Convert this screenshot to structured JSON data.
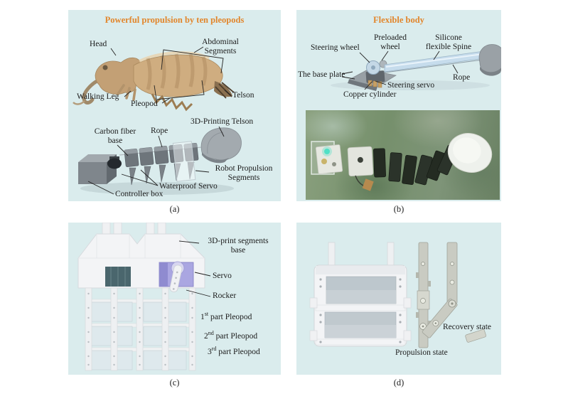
{
  "panels": {
    "a": {
      "title": "Powerful propulsion by ten pleopods",
      "caption": "(a)",
      "labels": {
        "head": "Head",
        "abdominal_1": "Abdominal",
        "abdominal_2": "Segments",
        "walking_leg": "Walking Leg",
        "pleopod": "Pleopod",
        "telson": "Telson",
        "carbon_fiber_1": "Carbon fiber",
        "carbon_fiber_2": "base",
        "rope": "Rope",
        "printing_telson": "3D-Printing Telson",
        "propulsion_1": "Robot Propulsion",
        "propulsion_2": "Segments",
        "waterproof_servo": "Waterproof Servo",
        "controller_box": "Controller box"
      }
    },
    "b": {
      "title": "Flexible body",
      "caption": "(b)",
      "labels": {
        "steering_wheel": "Steering wheel",
        "preloaded_1": "Preloaded",
        "preloaded_2": "wheel",
        "silicone_1": "Silicone",
        "silicone_2": "flexible Spine",
        "base_plate": "The base plate",
        "steering_servo": "Steering servo",
        "rope": "Rope",
        "copper_cylinder": "Copper cylinder"
      }
    },
    "c": {
      "caption": "(c)",
      "labels": {
        "segments_base_1": "3D-print segments",
        "segments_base_2": "base",
        "servo": "Servo",
        "rocker": "Rocker"
      },
      "pleopods": [
        {
          "num": "1",
          "sup": "st",
          "rest": " part Pleopod"
        },
        {
          "num": "2",
          "sup": "nd",
          "rest": " part Pleopod"
        },
        {
          "num": "3",
          "sup": "rd",
          "rest": " part Pleopod"
        }
      ]
    },
    "d": {
      "caption": "(d)",
      "labels": {
        "propulsion_state": "Propulsion state",
        "recovery_state": "Recovery state"
      }
    }
  },
  "colors": {
    "panel_bg": "#daeced",
    "title_accent": "#e2862c",
    "label_text": "#1b1b1b",
    "servo_purple": "#aaa6e1",
    "photo_green": "#7e9472",
    "robot_gray": "#8d9399",
    "spine_blue": "#c6dcec"
  }
}
